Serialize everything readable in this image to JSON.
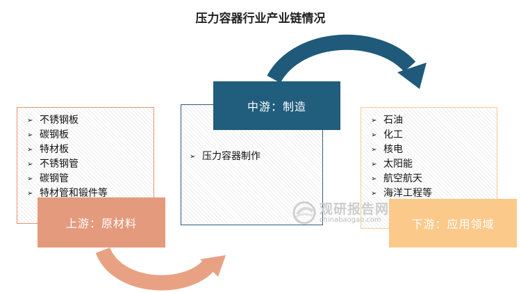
{
  "title": "压力容器行业产业链情况",
  "upstream": {
    "label": "上游：原材料",
    "items": [
      "不锈钢板",
      "碳钢板",
      "特材板",
      "不锈钢管",
      "碳钢管",
      "特材管和锻件等"
    ]
  },
  "midstream": {
    "label": "中游：制造",
    "items": [
      "压力容器制作"
    ]
  },
  "downstream": {
    "label": "下游：应用领域",
    "items": [
      "石油",
      "化工",
      "核电",
      "太阳能",
      "航空航天",
      "海洋工程等"
    ]
  },
  "bullet_symbol": "➢",
  "watermark": {
    "cn": "观研报告网",
    "en": "chinabaogao.com"
  },
  "colors": {
    "upstream": "#e49a7c",
    "midstream": "#215d7c",
    "downstream": "#fbc98a",
    "arrow_top": "#1f5a7a",
    "arrow_bottom": "#e8a283"
  }
}
